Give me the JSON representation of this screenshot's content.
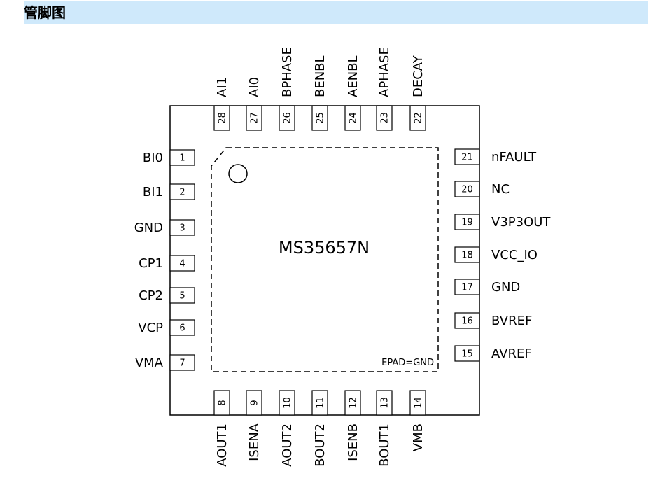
{
  "header": {
    "title": "管脚图"
  },
  "chip": {
    "name": "MS35657N",
    "epad_note": "EPAD=GND"
  },
  "pins": {
    "left": [
      {
        "num": "1",
        "name": "BI0"
      },
      {
        "num": "2",
        "name": "BI1"
      },
      {
        "num": "3",
        "name": "GND"
      },
      {
        "num": "4",
        "name": "CP1"
      },
      {
        "num": "5",
        "name": "CP2"
      },
      {
        "num": "6",
        "name": "VCP"
      },
      {
        "num": "7",
        "name": "VMA"
      }
    ],
    "bottom": [
      {
        "num": "8",
        "name": "AOUT1"
      },
      {
        "num": "9",
        "name": "ISENA"
      },
      {
        "num": "10",
        "name": "AOUT2"
      },
      {
        "num": "11",
        "name": "BOUT2"
      },
      {
        "num": "12",
        "name": "ISENB"
      },
      {
        "num": "13",
        "name": "BOUT1"
      },
      {
        "num": "14",
        "name": "VMB"
      }
    ],
    "right": [
      {
        "num": "15",
        "name": "AVREF"
      },
      {
        "num": "16",
        "name": "BVREF"
      },
      {
        "num": "17",
        "name": "GND"
      },
      {
        "num": "18",
        "name": "VCC_IO"
      },
      {
        "num": "19",
        "name": "V3P3OUT"
      },
      {
        "num": "20",
        "name": "NC"
      },
      {
        "num": "21",
        "name": "nFAULT"
      }
    ],
    "top": [
      {
        "num": "22",
        "name": "DECAY"
      },
      {
        "num": "23",
        "name": "APHASE"
      },
      {
        "num": "24",
        "name": "AENBL"
      },
      {
        "num": "25",
        "name": "BENBL"
      },
      {
        "num": "26",
        "name": "BPHASE"
      },
      {
        "num": "27",
        "name": "AI0"
      },
      {
        "num": "28",
        "name": "AI1"
      }
    ]
  }
}
